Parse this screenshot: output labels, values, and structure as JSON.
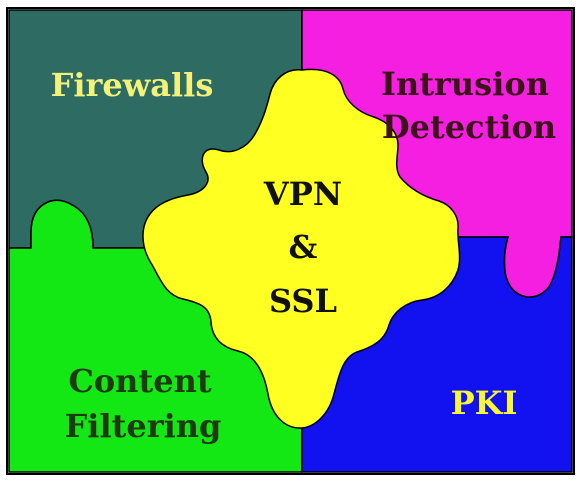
{
  "diagram": {
    "pieces": {
      "top_left": {
        "label_lines": [
          "Firewalls"
        ],
        "fill": "#2E6B63",
        "text_color": "#F2F27A"
      },
      "top_right": {
        "label_lines": [
          "Intrusion",
          "Detection"
        ],
        "fill": "#F51FE2",
        "text_color": "#3A1418"
      },
      "bottom_left": {
        "label_lines": [
          "Content",
          "Filtering"
        ],
        "fill": "#14E814",
        "text_color": "#1E3A10"
      },
      "bottom_right": {
        "label_lines": [
          "PKI"
        ],
        "fill": "#1212F0",
        "text_color": "#F8F832"
      },
      "center": {
        "label_lines": [
          "VPN",
          "&",
          "SSL"
        ],
        "fill": "#FFFF22",
        "text_color": "#111111"
      }
    },
    "border_color": "#000000"
  }
}
